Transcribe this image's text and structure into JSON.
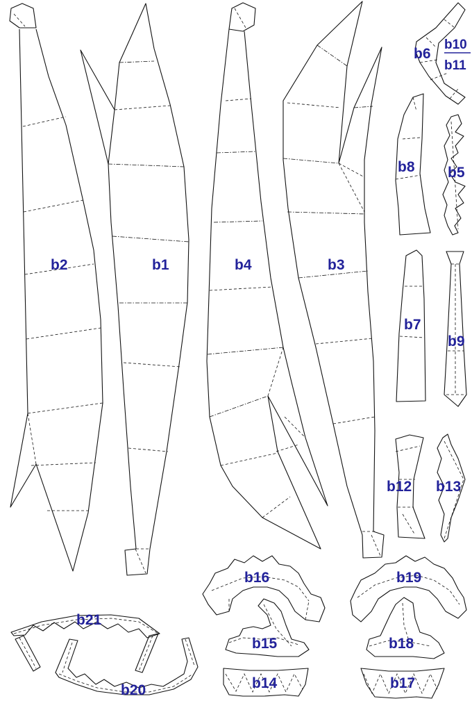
{
  "labels": {
    "b1": "b1",
    "b2": "b2",
    "b3": "b3",
    "b4": "b4",
    "b5": "b5",
    "b6": "b6",
    "b7": "b7",
    "b8": "b8",
    "b9": "b9",
    "b10": "b10",
    "b11": "b11",
    "b12": "b12",
    "b13": "b13",
    "b14": "b14",
    "b15": "b15",
    "b16": "b16",
    "b17": "b17",
    "b18": "b18",
    "b19": "b19",
    "b20": "b20",
    "b21": "b21"
  },
  "colors": {
    "label": "#22229a",
    "line": "#111111",
    "background": "#ffffff"
  }
}
